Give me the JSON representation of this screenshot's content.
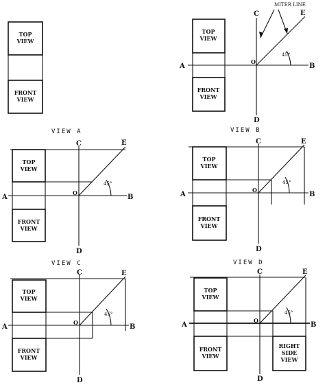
{
  "labels": {
    "top_view": [
      "TOP",
      "VIEW"
    ],
    "front_view": [
      "FRONT",
      "VIEW"
    ],
    "right_side_view": [
      "RIGHT",
      "SIDE",
      "VIEW"
    ],
    "miter_line": "MITER LINE",
    "angle": "45°",
    "point_a": "A",
    "point_b": "B",
    "point_c": "C",
    "point_d": "D",
    "point_e": "E",
    "origin": "O"
  },
  "views": {
    "view_a": "VIEW A",
    "view_b": "VIEW B",
    "view_c": "VIEW C",
    "view_d": "VIEW D"
  },
  "colors": {
    "ink": "#111111",
    "paper": "#ffffff"
  }
}
